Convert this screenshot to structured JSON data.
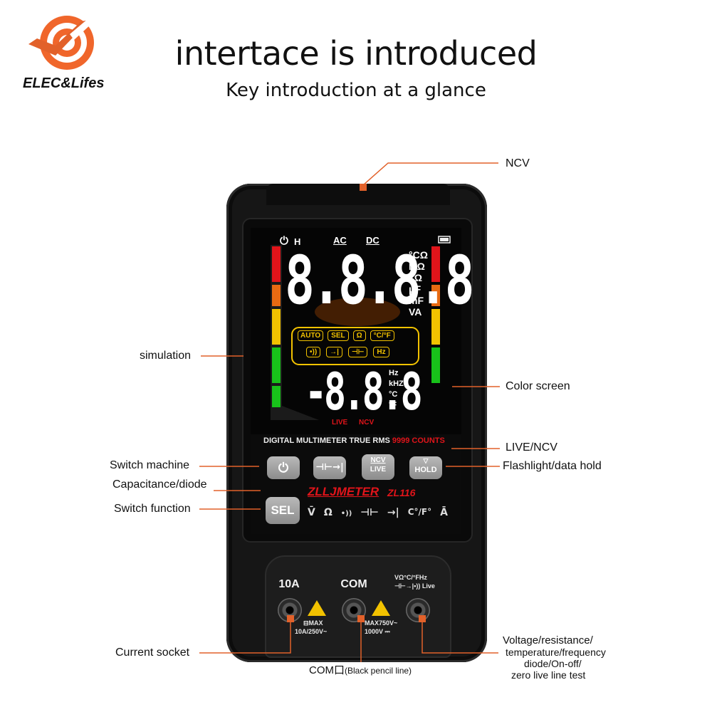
{
  "brand": {
    "name": "ELEC&Lifes"
  },
  "heading": {
    "title": "intertace is introduced",
    "subtitle": "Key introduction at a glance"
  },
  "callouts": {
    "ncv": "NCV",
    "simulation": "simulation",
    "color_screen": "Color screen",
    "live_ncv": "LIVE/NCV",
    "switch_machine": "Switch machine",
    "flashlight": "Flashlight/data hold",
    "cap_diode": "Capacitance/diode",
    "switch_function": "Switch function",
    "current_socket": "Current socket",
    "com_main": "COM口",
    "com_note": "(Black pencil line)",
    "voltage_lines": [
      "Voltage/resistance/",
      "temperature/frequency",
      "diode/On-off/",
      "zero live line test"
    ]
  },
  "screen": {
    "top_left": "H",
    "ac": "AC",
    "dc": "DC",
    "main_digits": "8.8.8.8",
    "units_main": [
      "°CΩ",
      "MΩ",
      "kΩ",
      "μF",
      "mF",
      "VA"
    ],
    "mode_row1": [
      "AUTO",
      "SEL",
      "Ω",
      "°C/°F"
    ],
    "mode_row2": [
      "•))",
      "→|",
      "⊣⊢",
      "Hz"
    ],
    "sub_digits": "-8.8.8",
    "units_sub": [
      "Hz",
      "kHZ",
      "°C",
      "°F"
    ],
    "live": "LIVE",
    "ncv": "NCV",
    "footer_white": "DIGITAL MULTIMETER TRUE RMS",
    "footer_red": "9999 COUNTS"
  },
  "buttons": {
    "power_icon": "power-icon",
    "cap_diode_label": "⊣⊢→|",
    "ncv_top": "NCV",
    "ncv_bottom": "LIVE",
    "hold": "HOLD",
    "sel": "SEL"
  },
  "branding": {
    "maker": "ZLLJMETER",
    "model": "ZL116"
  },
  "modes": [
    "V̄",
    "Ω",
    "•))",
    "⊣⊢",
    "→|",
    "C°/F°",
    "Ā"
  ],
  "jacks": {
    "a_label": "10A",
    "com_label": "COM",
    "v_label_1": "VΩ°C/°FHz",
    "v_label_2": "⊣⊢→|•)) Live",
    "a_rating_1": "⊟MAX",
    "a_rating_2": "10A/250V~",
    "v_rating_1": "MAX750V~",
    "v_rating_2": "1000V ⎓"
  },
  "colors": {
    "accent": "#e2612a",
    "device": "#161616",
    "meter_red": "#e0141a",
    "meter_yellow": "#f2c200",
    "meter_green": "#18c21a"
  }
}
